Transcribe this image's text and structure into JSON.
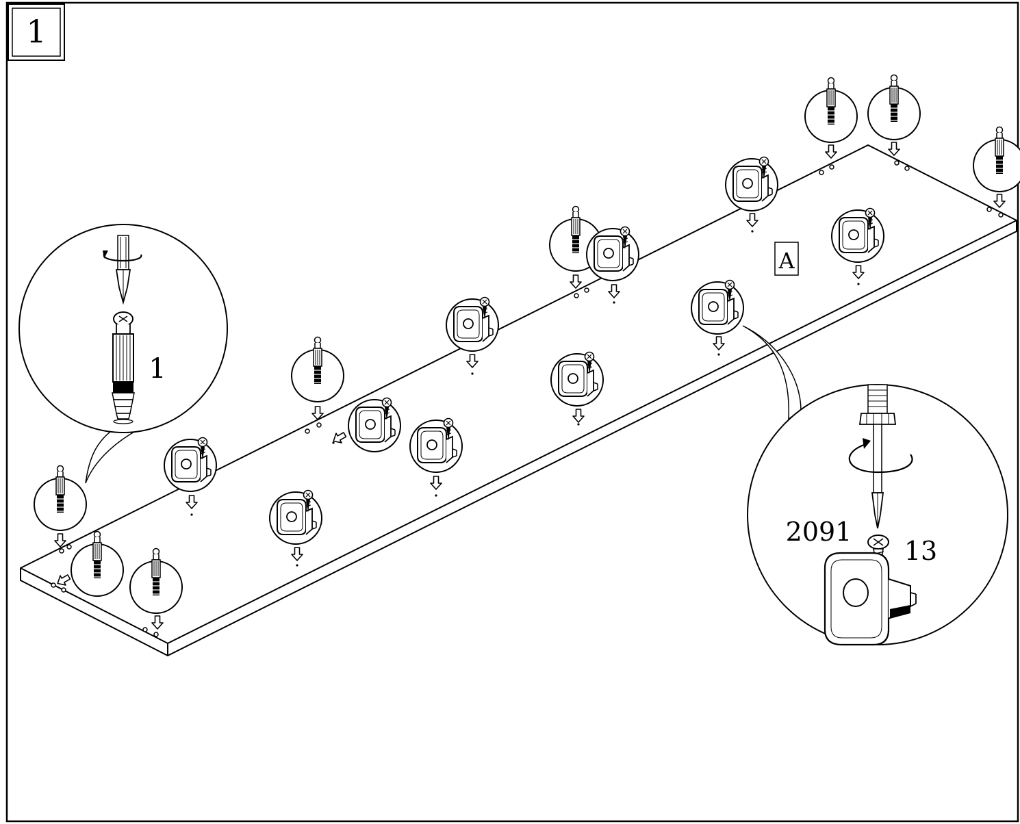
{
  "step": {
    "number": "1"
  },
  "panel": {
    "label": "A"
  },
  "callouts": {
    "cam_bolt": {
      "part_number": "1"
    },
    "bracket_screw": {
      "screw_code": "2091",
      "count": "13"
    }
  },
  "icons": {
    "cam_bolt": "cam-bolt-icon",
    "bracket": "bracket-with-screw-icon",
    "arrow": "arrow-down-icon",
    "screwdriver": "screwdriver-icon",
    "rotation": "rotation-arrow-icon"
  },
  "colors": {
    "ink": "#000000",
    "paper": "#ffffff"
  }
}
